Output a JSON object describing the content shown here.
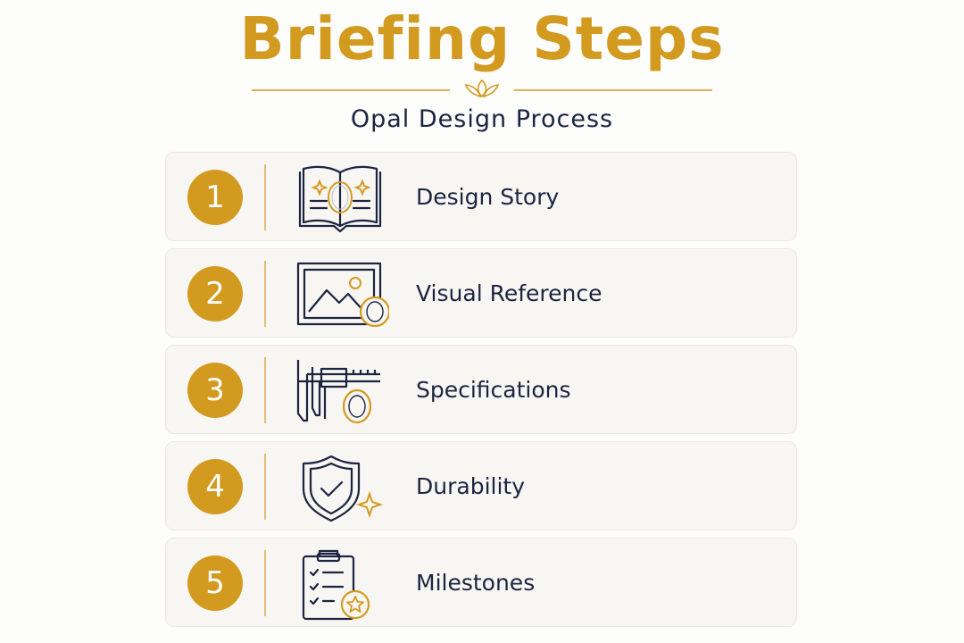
{
  "title": "Briefing Steps",
  "subtitle": "Opal Design Process",
  "colors": {
    "accent": "#d39a20",
    "text": "#1c2440",
    "card": "#f8f6f3"
  },
  "steps": [
    {
      "number": "1",
      "label": "Design Story",
      "icon": "open-book-opal-icon"
    },
    {
      "number": "2",
      "label": "Visual Reference",
      "icon": "picture-frame-opal-icon"
    },
    {
      "number": "3",
      "label": "Specifications",
      "icon": "caliper-opal-icon"
    },
    {
      "number": "4",
      "label": "Durability",
      "icon": "shield-check-icon"
    },
    {
      "number": "5",
      "label": "Milestones",
      "icon": "clipboard-checklist-icon"
    }
  ]
}
